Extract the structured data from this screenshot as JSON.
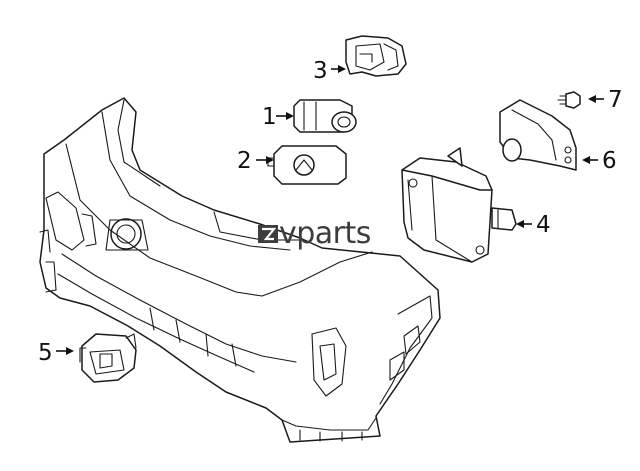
{
  "watermark": {
    "text": "vparts"
  },
  "callouts": [
    {
      "number": "1"
    },
    {
      "number": "2"
    },
    {
      "number": "3"
    },
    {
      "number": "4"
    },
    {
      "number": "5"
    },
    {
      "number": "6"
    },
    {
      "number": "7"
    }
  ]
}
